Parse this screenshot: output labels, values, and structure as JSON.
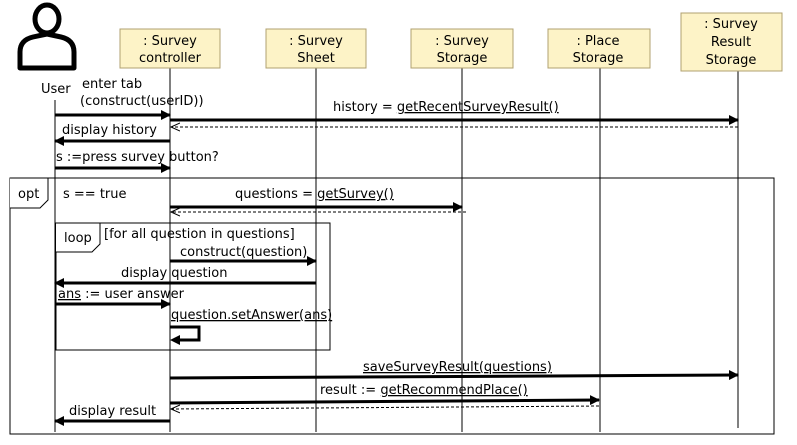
{
  "actors": {
    "user": "User"
  },
  "lifelines": [
    {
      "id": "controller",
      "lines": [
        ": Survey",
        "controller"
      ]
    },
    {
      "id": "sheet",
      "lines": [
        ": Survey",
        "Sheet"
      ]
    },
    {
      "id": "storage",
      "lines": [
        ": Survey",
        "Storage"
      ]
    },
    {
      "id": "place",
      "lines": [
        ": Place",
        "Storage"
      ]
    },
    {
      "id": "result",
      "lines": [
        ": Survey",
        "Result",
        "Storage"
      ]
    }
  ],
  "messages": {
    "enter_tab_1": "enter tab",
    "enter_tab_2": "(construct(userID))",
    "history_prefix": "history = ",
    "history_call": "getRecentSurveyResult()",
    "display_history": "display history",
    "press_survey": "s :=press survey button?",
    "questions_prefix": "questions = ",
    "questions_call": "getSurvey()",
    "construct_question": "construct(question)",
    "display_question": "display question",
    "ans_var": "ans",
    "ans_rest": " := user answer",
    "set_answer": "question.setAnswer(ans)",
    "save_result": "saveSurveyResult(questions)",
    "result_prefix": "result := ",
    "result_call": "getRecommendPlace()",
    "display_result": "display result"
  },
  "fragments": {
    "opt_label": "opt",
    "opt_guard": "s == true",
    "loop_label": "loop",
    "loop_guard": "[for all question in questions]"
  },
  "colors": {
    "lifeline_box": "#fdf3c7",
    "lifeline_border": "#b0a070",
    "line": "#000000",
    "squiggle": "#d02020"
  }
}
